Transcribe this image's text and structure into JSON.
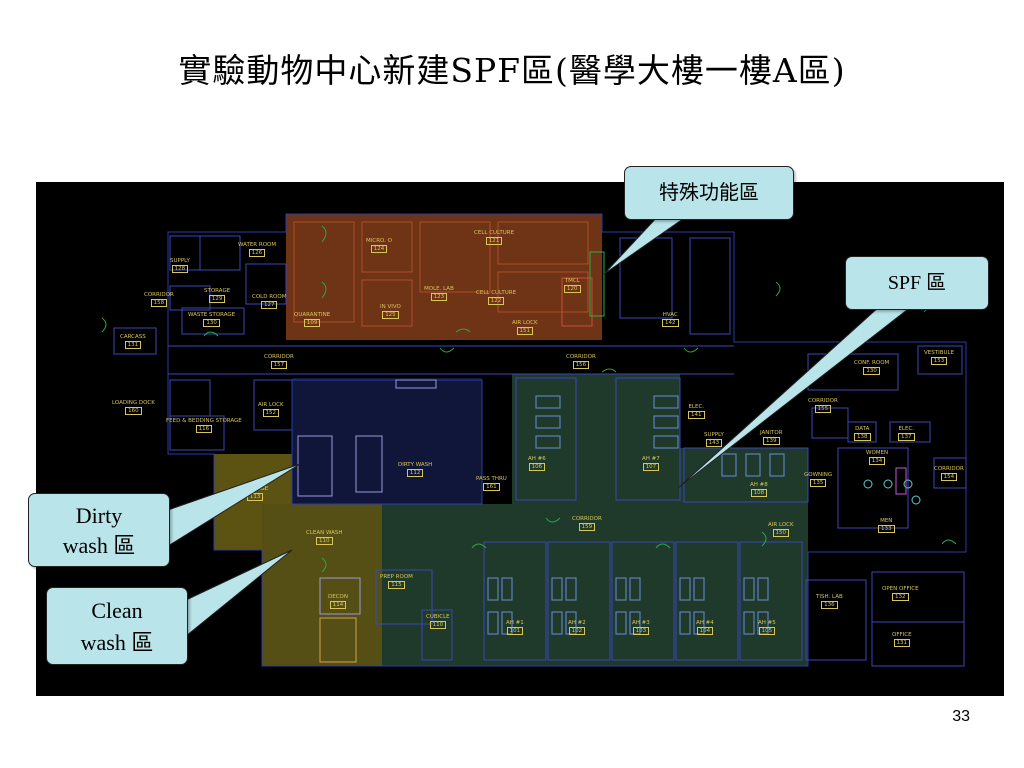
{
  "slide": {
    "title": "實驗動物中心新建SPF區(醫學大樓一樓A區)",
    "page_number": "33"
  },
  "colors": {
    "plan_background": "#000000",
    "functional_zone": "#7a3a17",
    "spf_zone": "#1f3a2a",
    "dirty_wash_zone": "#5c5312",
    "clean_wash_zone": "#554f16",
    "corridor_zone": "#10163a",
    "callout_fill": "#b9e4e9"
  },
  "callouts": {
    "functional": "特殊功能區",
    "spf": "SPF 區",
    "dirty_line1": "Dirty",
    "dirty_line2": "wash 區",
    "clean_line1": "Clean",
    "clean_line2": "wash 區"
  },
  "rooms": [
    {
      "name": "WATER ROOM",
      "num": "126"
    },
    {
      "name": "SUPPLY",
      "num": "128"
    },
    {
      "name": "STORAGE",
      "num": "129"
    },
    {
      "name": "CORRIDOR",
      "num": "158"
    },
    {
      "name": "COLD ROOM",
      "num": "127"
    },
    {
      "name": "WASTE STORAGE",
      "num": "130"
    },
    {
      "name": "CARCASS",
      "num": "131"
    },
    {
      "name": "MICRO. O",
      "num": "124"
    },
    {
      "name": "CELL CULTURE",
      "num": "121"
    },
    {
      "name": "TMCL",
      "num": "120"
    },
    {
      "name": "MOLE. LAB",
      "num": "123"
    },
    {
      "name": "CELL CULTURE",
      "num": "122"
    },
    {
      "name": "IN VIVO",
      "num": "125"
    },
    {
      "name": "QUARANTINE",
      "num": "109"
    },
    {
      "name": "AIR LOCK",
      "num": "151"
    },
    {
      "name": "HVAC",
      "num": "142"
    },
    {
      "name": "CORRIDOR",
      "num": "157"
    },
    {
      "name": "CORRIDOR",
      "num": "156"
    },
    {
      "name": "CONF. ROOM",
      "num": "130"
    },
    {
      "name": "VESTIBULE",
      "num": "153"
    },
    {
      "name": "LOADING DOCK",
      "num": "160"
    },
    {
      "name": "AIR LOCK",
      "num": "152"
    },
    {
      "name": "FEED & BEDDING STORAGE",
      "num": "116"
    },
    {
      "name": "DIRTY WASH",
      "num": "112"
    },
    {
      "name": "AH #6",
      "num": "106"
    },
    {
      "name": "AH #7",
      "num": "107"
    },
    {
      "name": "ELEC.",
      "num": "141"
    },
    {
      "name": "SUPPLY",
      "num": "143"
    },
    {
      "name": "JANITOR",
      "num": "139"
    },
    {
      "name": "CORRIDOR",
      "num": "155"
    },
    {
      "name": "DATA",
      "num": "138"
    },
    {
      "name": "ELEC.",
      "num": "137"
    },
    {
      "name": "WOMEN",
      "num": "134"
    },
    {
      "name": "STORAGE",
      "num": "113"
    },
    {
      "name": "PASS THRU",
      "num": "161"
    },
    {
      "name": "AH #8",
      "num": "108"
    },
    {
      "name": "GOWNING",
      "num": "135"
    },
    {
      "name": "CORRIDOR",
      "num": "154"
    },
    {
      "name": "MEN",
      "num": "133"
    },
    {
      "name": "CORRIDOR",
      "num": "159"
    },
    {
      "name": "AIR LOCK",
      "num": "150"
    },
    {
      "name": "CLEAN WASH",
      "num": "110"
    },
    {
      "name": "PREP ROOM",
      "num": "115"
    },
    {
      "name": "DECON",
      "num": "114"
    },
    {
      "name": "CUBICLE",
      "num": "110"
    },
    {
      "name": "AH #1",
      "num": "101"
    },
    {
      "name": "AH #2",
      "num": "102"
    },
    {
      "name": "AH #3",
      "num": "103"
    },
    {
      "name": "AH #4",
      "num": "104"
    },
    {
      "name": "AH #5",
      "num": "105"
    },
    {
      "name": "TISH. LAB",
      "num": "136"
    },
    {
      "name": "OPEN OFFICE",
      "num": "132"
    },
    {
      "name": "OFFICE",
      "num": "131"
    }
  ]
}
